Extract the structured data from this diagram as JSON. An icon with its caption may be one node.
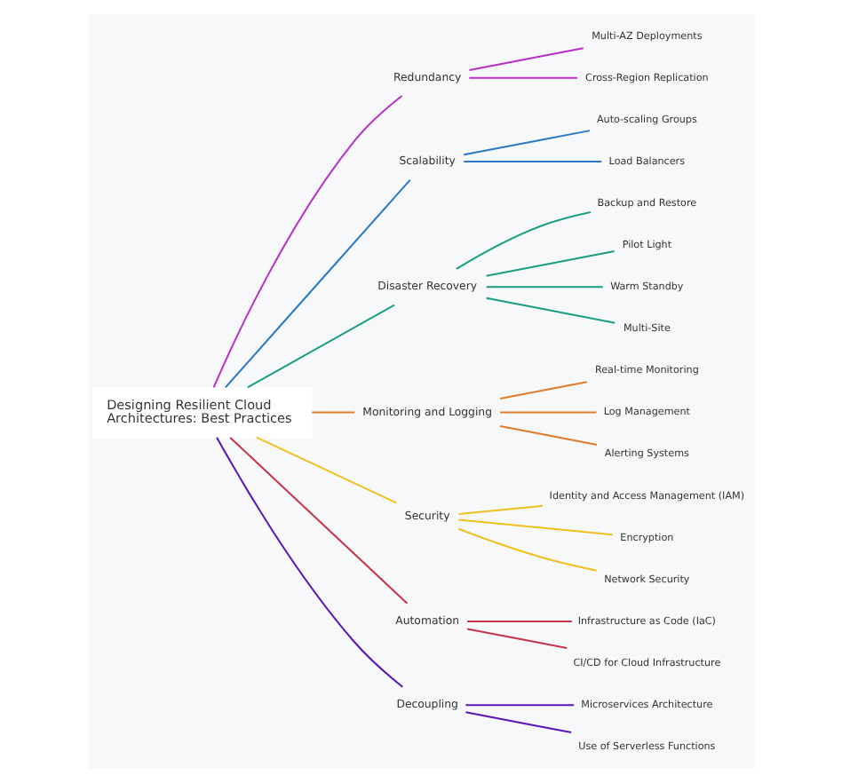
{
  "diagram": {
    "nodes": [
      {
        "text": [
          "Designing Resilient Cloud Architectures: Best Practices"
        ]
      },
      {
        "text": [
          "Redundancy"
        ]
      },
      {
        "text": [
          "Multi-AZ Deployments"
        ]
      },
      {
        "text": [
          "Cross-Region Replication"
        ]
      },
      {
        "text": [
          "Scalability"
        ]
      },
      {
        "text": [
          "Auto-scaling Groups"
        ]
      },
      {
        "text": [
          "Load Balancers"
        ]
      },
      {
        "text": [
          "Disaster Recovery"
        ]
      },
      {
        "text": [
          "Backup and Restore"
        ]
      },
      {
        "text": [
          "Pilot Light"
        ]
      },
      {
        "text": [
          "Warm Standby"
        ]
      },
      {
        "text": [
          "Multi-Site"
        ]
      },
      {
        "text": [
          "Monitoring and Logging"
        ]
      },
      {
        "text": [
          "Real-time Monitoring"
        ]
      },
      {
        "text": [
          "Log Management"
        ]
      },
      {
        "text": [
          "Alerting Systems"
        ]
      },
      {
        "text": [
          "Security"
        ]
      },
      {
        "text": [
          "Identity and Access Management (IAM)"
        ]
      },
      {
        "text": [
          "Encryption"
        ]
      },
      {
        "text": [
          "Network Security"
        ]
      },
      {
        "text": [
          "Automation"
        ]
      },
      {
        "text": [
          "Infrastructure as Code (IaC)"
        ]
      },
      {
        "text": [
          "CI/CD for Cloud Infrastructure"
        ]
      },
      {
        "text": [
          "Decoupling"
        ]
      },
      {
        "text": [
          "Microservices Architecture"
        ]
      },
      {
        "text": [
          "Use of Serverless Functions"
        ]
      }
    ],
    "edges": [
      {
        "from": 0,
        "to": 1,
        "arrow": "none",
        "color": "#b92fc9"
      },
      {
        "from": 1,
        "to": 2,
        "arrow": "none",
        "color": "#b92fc9"
      },
      {
        "from": 1,
        "to": 3,
        "arrow": "none",
        "color": "#b92fc9"
      },
      {
        "from": 0,
        "to": 4,
        "arrow": "none",
        "color": "#2a78c8"
      },
      {
        "from": 4,
        "to": 5,
        "arrow": "none",
        "color": "#2a78c8"
      },
      {
        "from": 4,
        "to": 6,
        "arrow": "none",
        "color": "#2a78c8"
      },
      {
        "from": 0,
        "to": 7,
        "arrow": "none",
        "color": "#1a9e84"
      },
      {
        "from": 7,
        "to": 8,
        "arrow": "none",
        "color": "#1a9e84"
      },
      {
        "from": 7,
        "to": 9,
        "arrow": "none",
        "color": "#1a9e84"
      },
      {
        "from": 7,
        "to": 10,
        "arrow": "none",
        "color": "#1a9e84"
      },
      {
        "from": 7,
        "to": 11,
        "arrow": "none",
        "color": "#1a9e84"
      },
      {
        "from": 0,
        "to": 12,
        "arrow": "none",
        "color": "#e07b2a"
      },
      {
        "from": 12,
        "to": 13,
        "arrow": "none",
        "color": "#e07b2a"
      },
      {
        "from": 12,
        "to": 14,
        "arrow": "none",
        "color": "#e07b2a"
      },
      {
        "from": 12,
        "to": 15,
        "arrow": "none",
        "color": "#e07b2a"
      },
      {
        "from": 0,
        "to": 16,
        "arrow": "none",
        "color": "#f0c020"
      },
      {
        "from": 16,
        "to": 17,
        "arrow": "none",
        "color": "#f0c020"
      },
      {
        "from": 16,
        "to": 18,
        "arrow": "none",
        "color": "#f0c020"
      },
      {
        "from": 16,
        "to": 19,
        "arrow": "none",
        "color": "#f0c020"
      },
      {
        "from": 0,
        "to": 20,
        "arrow": "none",
        "color": "#c8334c"
      },
      {
        "from": 20,
        "to": 21,
        "arrow": "none",
        "color": "#c8334c"
      },
      {
        "from": 20,
        "to": 22,
        "arrow": "none",
        "color": "#c8334c"
      },
      {
        "from": 0,
        "to": 23,
        "arrow": "none",
        "color": "#5a14b8"
      },
      {
        "from": 23,
        "to": 24,
        "arrow": "none",
        "color": "#5a14b8"
      },
      {
        "from": 23,
        "to": 25,
        "arrow": "none",
        "color": "#5a14b8"
      }
    ]
  }
}
